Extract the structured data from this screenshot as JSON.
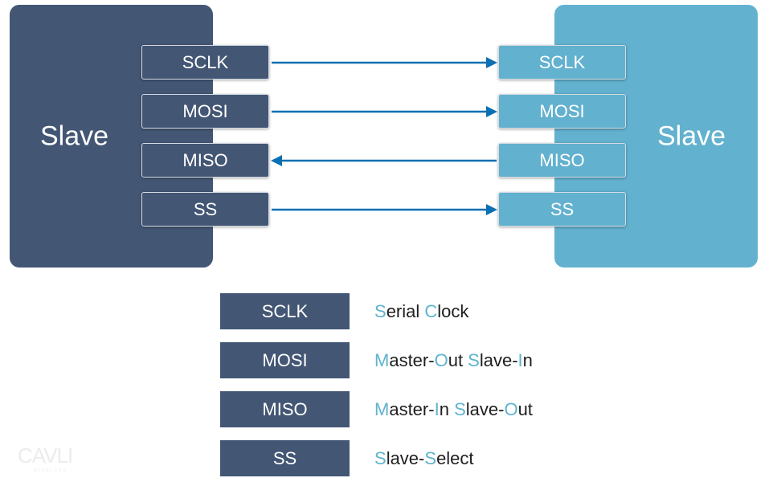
{
  "left_device": {
    "label": "Slave",
    "color": "#435674"
  },
  "right_device": {
    "label": "Slave",
    "color": "#62b1cf"
  },
  "arrow_color": "#0b6fb3",
  "signals": [
    {
      "label": "SCLK",
      "direction": "left-to-right"
    },
    {
      "label": "MOSI",
      "direction": "left-to-right"
    },
    {
      "label": "MISO",
      "direction": "right-to-left"
    },
    {
      "label": "SS",
      "direction": "left-to-right"
    }
  ],
  "legend": [
    {
      "label": "SCLK",
      "parts": [
        [
          "S",
          1
        ],
        [
          "erial ",
          0
        ],
        [
          "C",
          1
        ],
        [
          "lock",
          0
        ]
      ]
    },
    {
      "label": "MOSI",
      "parts": [
        [
          "M",
          1
        ],
        [
          "aster-",
          0
        ],
        [
          "O",
          1
        ],
        [
          "ut ",
          0
        ],
        [
          "S",
          1
        ],
        [
          "lave-",
          0
        ],
        [
          "I",
          1
        ],
        [
          "n",
          0
        ]
      ]
    },
    {
      "label": "MISO",
      "parts": [
        [
          "M",
          1
        ],
        [
          "aster-",
          0
        ],
        [
          "I",
          1
        ],
        [
          "n ",
          0
        ],
        [
          "S",
          1
        ],
        [
          "lave-",
          0
        ],
        [
          "O",
          1
        ],
        [
          "ut",
          0
        ]
      ]
    },
    {
      "label": "SS",
      "parts": [
        [
          "S",
          1
        ],
        [
          "lave-",
          0
        ],
        [
          "S",
          1
        ],
        [
          "elect",
          0
        ]
      ]
    }
  ],
  "highlight_color": "#5fb3cf",
  "watermark": "CAVLI WIRELESS"
}
